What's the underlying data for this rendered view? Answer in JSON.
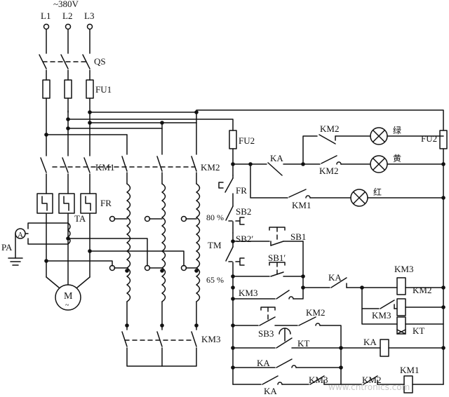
{
  "supply": {
    "voltage": "~380V",
    "phases": [
      "L1",
      "L2",
      "L3"
    ]
  },
  "labels": {
    "qs": "QS",
    "fu1": "FU1",
    "fu2": "FU2",
    "km1": "KM1",
    "km2": "KM2",
    "km3": "KM3",
    "fr": "FR",
    "ta": "TA",
    "pa": "PA",
    "ammeter": "A",
    "motor": "M",
    "motor_sub": "~",
    "tm": "TM",
    "tap80": "80 %",
    "tap65": "65 %",
    "ka": "KA",
    "kt": "KT",
    "sb1": "SB1",
    "sb1p": "SB1′",
    "sb2": "SB2",
    "sb2p": "SB2′",
    "sb3": "SB3"
  },
  "lamps": {
    "green": "绿",
    "yellow": "黄",
    "red": "红"
  },
  "watermark": "www.cntronics.com"
}
